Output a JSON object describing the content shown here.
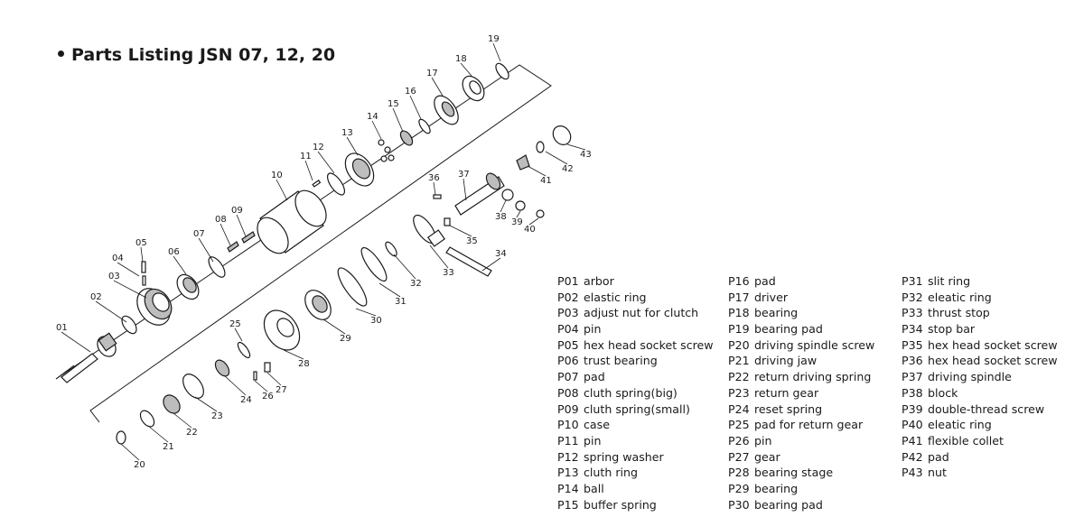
{
  "title": "Parts Listing JSN 07, 12, 20",
  "callouts": [
    "01",
    "02",
    "03",
    "04",
    "05",
    "06",
    "07",
    "08",
    "09",
    "10",
    "11",
    "12",
    "13",
    "14",
    "15",
    "16",
    "17",
    "18",
    "19",
    "20",
    "21",
    "22",
    "23",
    "24",
    "25",
    "26",
    "27",
    "28",
    "29",
    "30",
    "31",
    "32",
    "33",
    "34",
    "35",
    "36",
    "37",
    "38",
    "39",
    "40",
    "41",
    "42",
    "43"
  ],
  "parts_column_1": [
    {
      "code": "P01",
      "name": "arbor"
    },
    {
      "code": "P02",
      "name": "elastic ring"
    },
    {
      "code": "P03",
      "name": "adjust nut for clutch"
    },
    {
      "code": "P04",
      "name": "pin"
    },
    {
      "code": "P05",
      "name": "hex head socket screw"
    },
    {
      "code": "P06",
      "name": "trust bearing"
    },
    {
      "code": "P07",
      "name": "pad"
    },
    {
      "code": "P08",
      "name": "cluth spring(big)"
    },
    {
      "code": "P09",
      "name": "cluth spring(small)"
    },
    {
      "code": "P10",
      "name": "case"
    },
    {
      "code": "P11",
      "name": "pin"
    },
    {
      "code": "P12",
      "name": "spring washer"
    },
    {
      "code": "P13",
      "name": "cluth ring"
    },
    {
      "code": "P14",
      "name": "ball"
    },
    {
      "code": "P15",
      "name": "buffer spring"
    }
  ],
  "parts_column_2": [
    {
      "code": "P16",
      "name": "pad"
    },
    {
      "code": "P17",
      "name": "driver"
    },
    {
      "code": "P18",
      "name": "bearing"
    },
    {
      "code": "P19",
      "name": "bearing pad"
    },
    {
      "code": "P20",
      "name": "driving spindle screw"
    },
    {
      "code": "P21",
      "name": "driving jaw"
    },
    {
      "code": "P22",
      "name": "return driving spring"
    },
    {
      "code": "P23",
      "name": "return gear"
    },
    {
      "code": "P24",
      "name": "reset spring"
    },
    {
      "code": "P25",
      "name": "pad for return gear"
    },
    {
      "code": "P26",
      "name": "pin"
    },
    {
      "code": "P27",
      "name": "gear"
    },
    {
      "code": "P28",
      "name": "bearing stage"
    },
    {
      "code": "P29",
      "name": "bearing"
    },
    {
      "code": "P30",
      "name": "bearing pad"
    }
  ],
  "parts_column_3": [
    {
      "code": "P31",
      "name": "slit ring"
    },
    {
      "code": "P32",
      "name": "eleatic ring"
    },
    {
      "code": "P33",
      "name": "thrust stop"
    },
    {
      "code": "P34",
      "name": "stop bar"
    },
    {
      "code": "P35",
      "name": "hex head socket screw"
    },
    {
      "code": "P36",
      "name": "hex head socket screw"
    },
    {
      "code": "P37",
      "name": "driving spindle"
    },
    {
      "code": "P38",
      "name": "block"
    },
    {
      "code": "P39",
      "name": "double-thread screw"
    },
    {
      "code": "P40",
      "name": "eleatic ring"
    },
    {
      "code": "P41",
      "name": "flexible collet"
    },
    {
      "code": "P42",
      "name": "pad"
    },
    {
      "code": "P43",
      "name": "nut"
    }
  ]
}
